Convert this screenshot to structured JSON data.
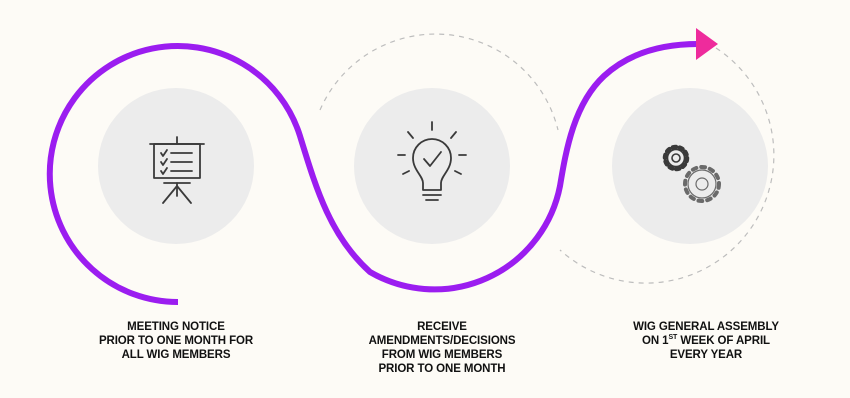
{
  "colors": {
    "background": "#fdfbf6",
    "process_line": "#9b1df0",
    "arrow_head": "#ee2b9c",
    "icon_circle": "#ececec",
    "icon_stroke": "#3a3a3a",
    "dashed_ring": "#bdbdbd",
    "caption_text": "#111111"
  },
  "steps": [
    {
      "icon": "presentation-board-icon",
      "caption_lines": [
        "MEETING NOTICE",
        "PRIOR TO ONE MONTH FOR",
        "ALL WIG MEMBERS"
      ]
    },
    {
      "icon": "lightbulb-check-icon",
      "caption_lines": [
        "RECEIVE",
        "AMENDMENTS/DECISIONS",
        "FROM WIG MEMBERS",
        "PRIOR TO ONE MONTH"
      ]
    },
    {
      "icon": "gears-icon",
      "caption_lines": [
        "WIG GENERAL ASSEMBLY",
        "ON 1",
        "ST",
        " WEEK OF APRIL",
        "EVERY YEAR"
      ]
    }
  ]
}
